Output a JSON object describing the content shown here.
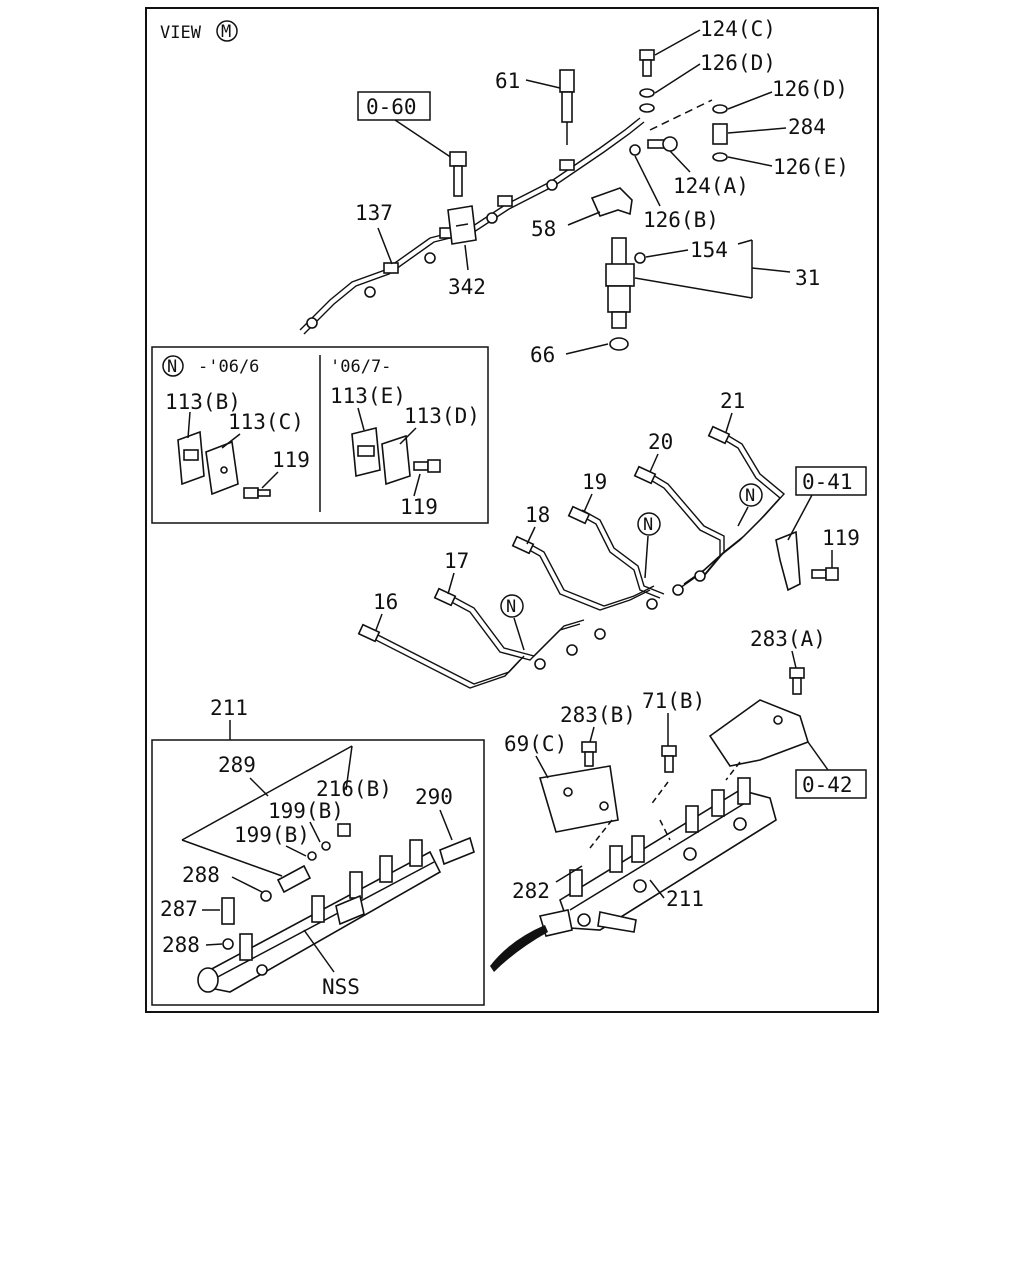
{
  "view": {
    "text": "VIEW",
    "marker": "M"
  },
  "refs": {
    "r060": "0-60",
    "r041": "0-41",
    "r042": "0-42"
  },
  "inset1": {
    "marker": "N",
    "left_title": "-'06/6",
    "right_title": "'06/7-"
  },
  "labels": {
    "l124c": "124(C)",
    "l126d1": "126(D)",
    "l126d2": "126(D)",
    "l61": "61",
    "l284": "284",
    "l126e": "126(E)",
    "l124a": "124(A)",
    "l126b": "126(B)",
    "l137": "137",
    "l58": "58",
    "l342": "342",
    "l154": "154",
    "l31": "31",
    "l66": "66",
    "l113b": "113(B)",
    "l113c": "113(C)",
    "l119a": "119",
    "l113e": "113(E)",
    "l113d": "113(D)",
    "l119b": "119",
    "l21": "21",
    "l20": "20",
    "l19": "19",
    "l18": "18",
    "l17": "17",
    "l16": "16",
    "l119c": "119",
    "n1": "N",
    "n2": "N",
    "n3": "N",
    "l283a": "283(A)",
    "l211top": "211",
    "l283b": "283(B)",
    "l71b": "71(B)",
    "l69c": "69(C)",
    "l289": "289",
    "l216b": "216(B)",
    "l199b1": "199(B)",
    "l199b2": "199(B)",
    "l290": "290",
    "l288a": "288",
    "l287": "287",
    "l288b": "288",
    "lnss": "NSS",
    "l282": "282",
    "l211": "211"
  }
}
